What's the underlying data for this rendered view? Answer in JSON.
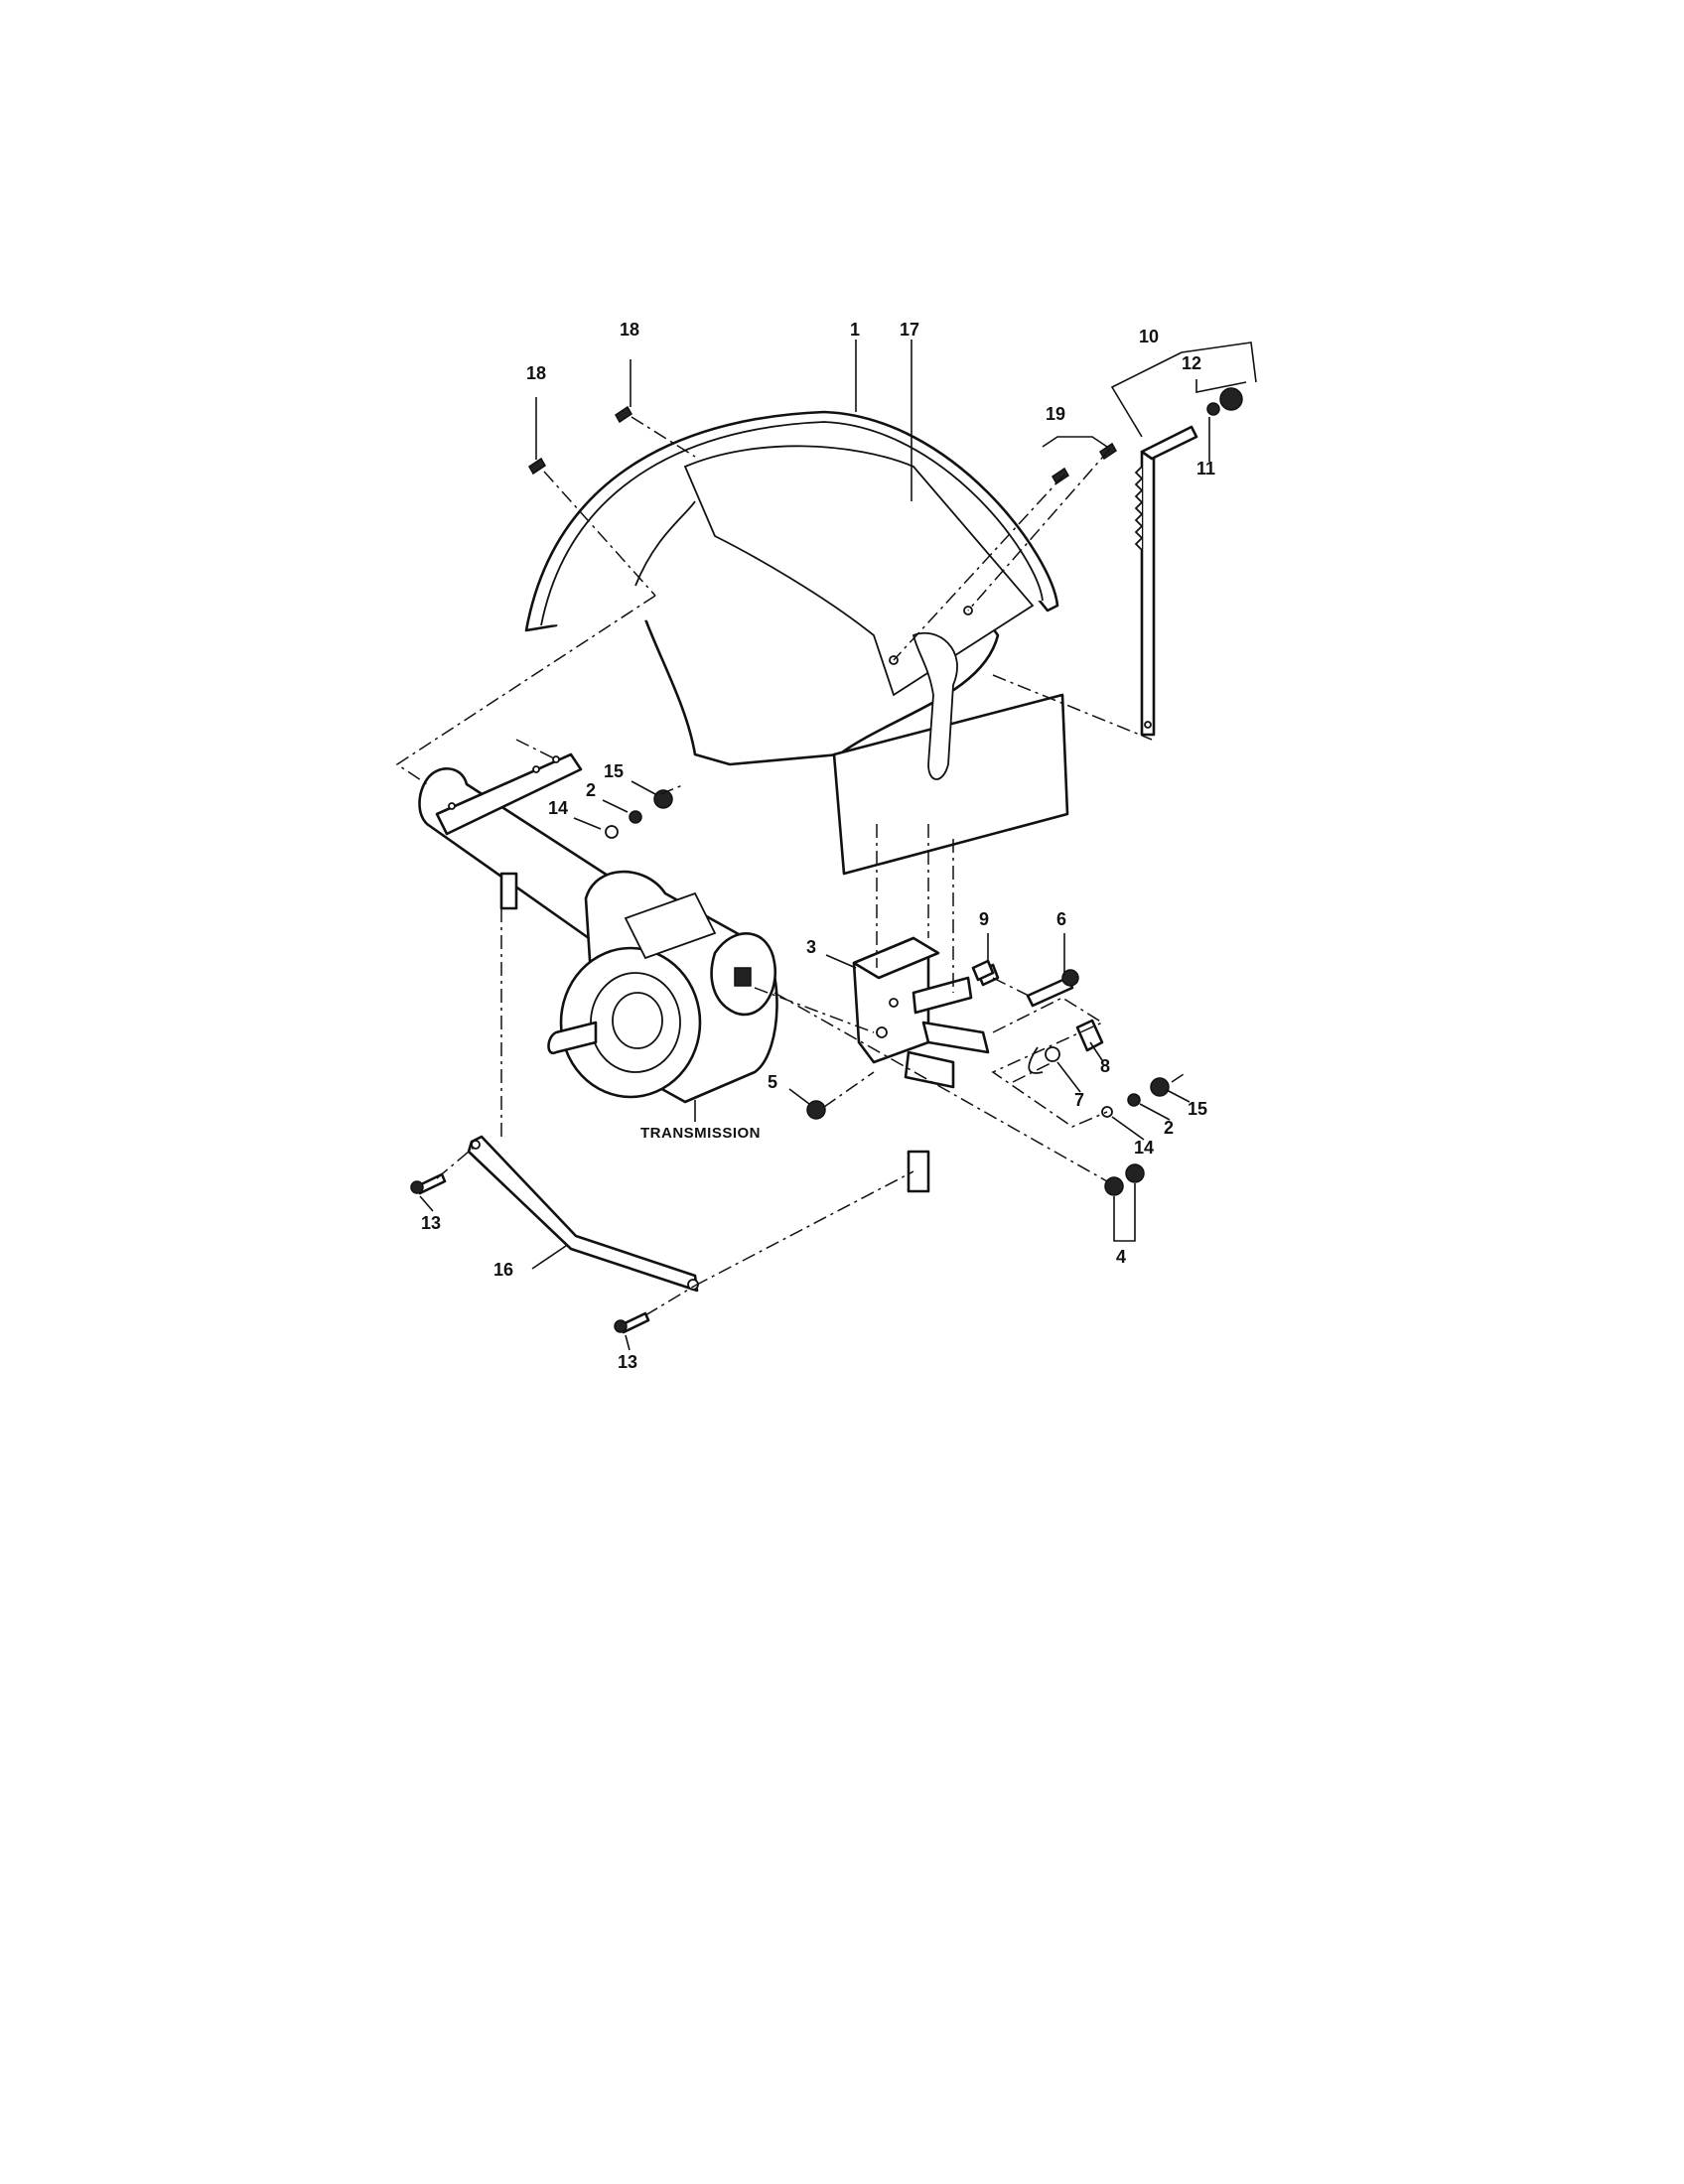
{
  "diagram": {
    "callouts": [
      {
        "id": "c1",
        "text": "1"
      },
      {
        "id": "c17",
        "text": "17"
      },
      {
        "id": "c18a",
        "text": "18"
      },
      {
        "id": "c18b",
        "text": "18"
      },
      {
        "id": "c10",
        "text": "10"
      },
      {
        "id": "c12",
        "text": "12"
      },
      {
        "id": "c11",
        "text": "11"
      },
      {
        "id": "c19",
        "text": "19"
      },
      {
        "id": "c15a",
        "text": "15"
      },
      {
        "id": "c2a",
        "text": "2"
      },
      {
        "id": "c14a",
        "text": "14"
      },
      {
        "id": "c3",
        "text": "3"
      },
      {
        "id": "c9",
        "text": "9"
      },
      {
        "id": "c6",
        "text": "6"
      },
      {
        "id": "c8",
        "text": "8"
      },
      {
        "id": "c7",
        "text": "7"
      },
      {
        "id": "c15b",
        "text": "15"
      },
      {
        "id": "c2b",
        "text": "2"
      },
      {
        "id": "c14b",
        "text": "14"
      },
      {
        "id": "c5",
        "text": "5"
      },
      {
        "id": "c4",
        "text": "4"
      },
      {
        "id": "c13a",
        "text": "13"
      },
      {
        "id": "c16",
        "text": "16"
      },
      {
        "id": "c13b",
        "text": "13"
      }
    ],
    "transmission_label": "TRANSMISSION"
  }
}
